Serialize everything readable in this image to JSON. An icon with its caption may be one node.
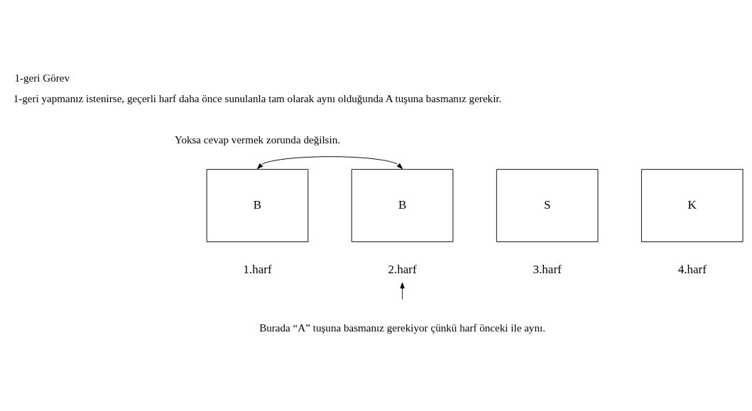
{
  "diagram": {
    "title": "1-geri Görev",
    "nodes": [
      {
        "text": [
          "B"
        ]
      },
      {
        "text": [
          "B"
        ]
      },
      {
        "text": [
          "S"
        ]
      },
      {
        "text": [
          "K"
        ]
      },
      {
        "text": [
          "1.harf"
        ]
      },
      {
        "text": [
          "2.harf"
        ]
      },
      {
        "text": [
          "3.harf"
        ]
      },
      {
        "text": [
          "4.harf"
        ]
      }
    ],
    "edges": [
      {
        "from": 0,
        "to": 1,
        "arrow": "both"
      },
      {
        "from": null,
        "to": 5,
        "arrow": "to"
      }
    ],
    "labels": [
      "1-geri yapmanız istenirse, geçerli harf daha önce sunulanla tam olarak aynı olduğunda A tuşuna basmanız gerekir.",
      "Yoksa cevap vermek zorunda değilsin.",
      "Burada “A” tuşuna basmanız gerekiyor çünkü harf önceki ile aynı."
    ]
  }
}
